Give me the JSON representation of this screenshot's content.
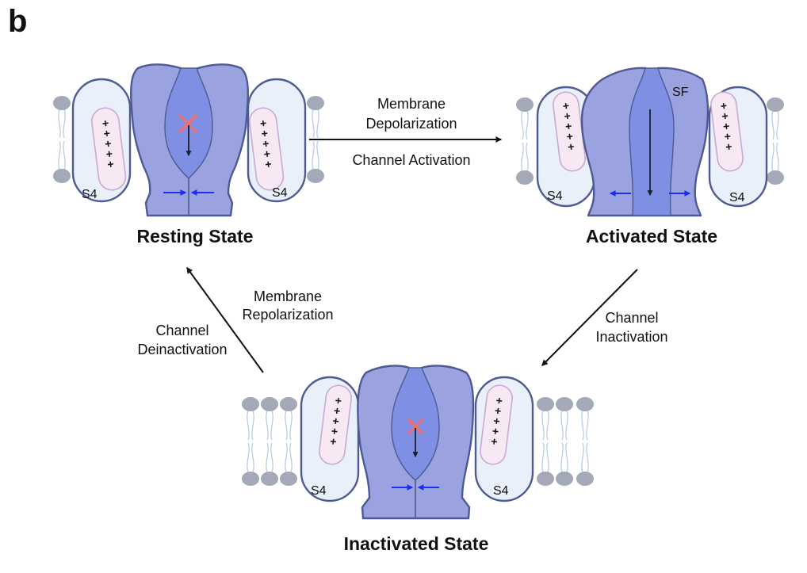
{
  "figure": {
    "panel_label": "b"
  },
  "states": {
    "resting": {
      "title": "Resting State",
      "s4_left": "S4",
      "s4_right": "S4",
      "gate": "closed",
      "ion_flow": "blocked"
    },
    "activated": {
      "title": "Activated State",
      "s4_left": "S4",
      "s4_right": "S4",
      "sf_label": "SF",
      "gate": "open",
      "ion_flow": "conducting"
    },
    "inactivated": {
      "title": "Inactivated State",
      "s4_left": "S4",
      "s4_right": "S4",
      "gate": "closed",
      "ion_flow": "blocked"
    }
  },
  "s4_charges": [
    "+",
    "+",
    "+",
    "+",
    "+"
  ],
  "transitions": {
    "activation": {
      "line1": "Membrane",
      "line2": "Depolarization",
      "line3": "Channel Activation"
    },
    "inactivation": {
      "line1": "Channel",
      "line2": "Inactivation"
    },
    "deinactivation": {
      "repol_line1": "Membrane",
      "repol_line2": "Repolarization",
      "deinact_line1": "Channel",
      "deinact_line2": "Deinactivation"
    }
  },
  "colors": {
    "pore": "#9aa2e0",
    "pore_cavity": "#7f90e4",
    "outline": "#4e5a92",
    "voltage_sensor": "#eaf0fa",
    "s4_helix": "#f8e8f4",
    "gate_arrow": "#1b2ff0",
    "block_mark": "#ee6f7c",
    "lipid_head": "#a3a9b7"
  },
  "icons": {
    "block": "x-mark-icon",
    "gate_closing": "inward-arrows-icon",
    "gate_opening": "outward-arrows-icon",
    "ion_flow": "down-arrow-icon"
  }
}
